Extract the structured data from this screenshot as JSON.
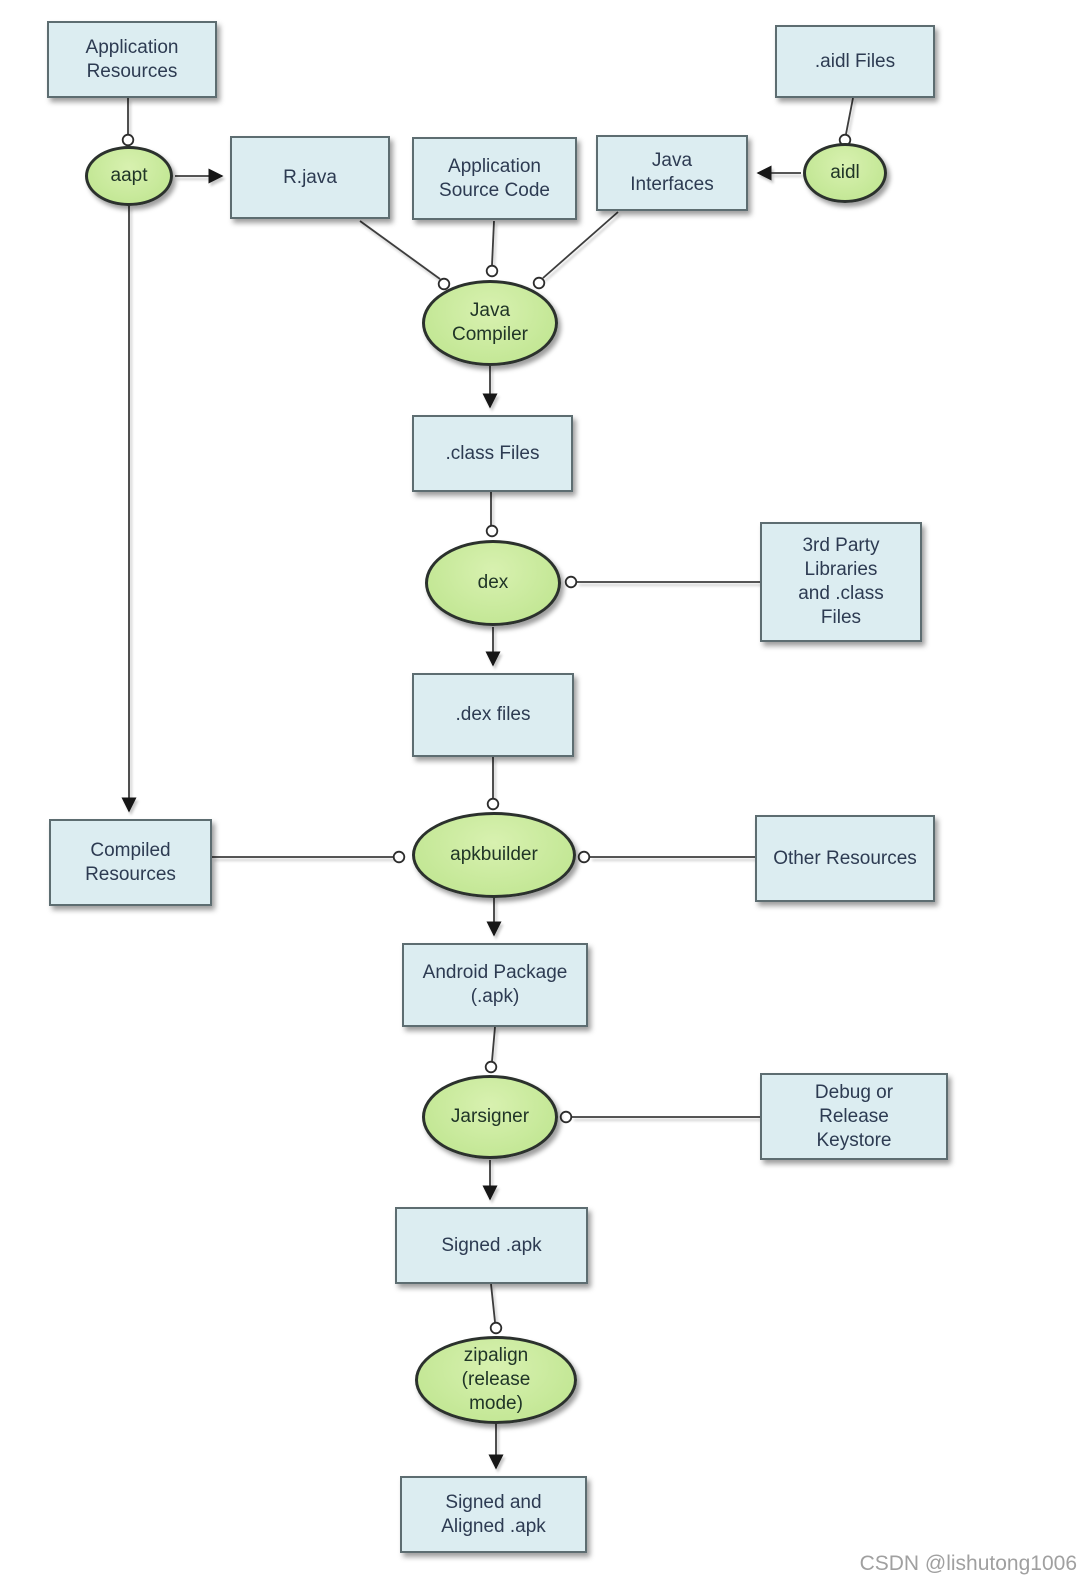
{
  "diagram": {
    "nodes": {
      "application_resources": {
        "label": "Application\nResources"
      },
      "aidl_files": {
        "label": ".aidl Files"
      },
      "aapt": {
        "label": "aapt"
      },
      "r_java": {
        "label": "R.java"
      },
      "app_source_code": {
        "label": "Application\nSource Code"
      },
      "java_interfaces": {
        "label": "Java\nInterfaces"
      },
      "aidl": {
        "label": "aidl"
      },
      "java_compiler": {
        "label": "Java\nCompiler"
      },
      "class_files": {
        "label": ".class Files"
      },
      "dex": {
        "label": "dex"
      },
      "third_party": {
        "label": "3rd Party\nLibraries\nand .class\nFiles"
      },
      "dex_files": {
        "label": ".dex files"
      },
      "compiled_resources": {
        "label": "Compiled\nResources"
      },
      "apkbuilder": {
        "label": "apkbuilder"
      },
      "other_resources": {
        "label": "Other Resources"
      },
      "android_package": {
        "label": "Android Package\n(.apk)"
      },
      "jarsigner": {
        "label": "Jarsigner"
      },
      "debug_keystore": {
        "label": "Debug or\nRelease\nKeystore"
      },
      "signed_apk": {
        "label": "Signed .apk"
      },
      "zipalign": {
        "label": "zipalign\n(release\nmode)"
      },
      "signed_aligned": {
        "label": "Signed and\nAligned .apk"
      }
    },
    "colors": {
      "box_fill": "#dcedf1",
      "box_border": "#5d6d71",
      "ellipse_fill": "#c6e89c",
      "ellipse_border": "#2b312d",
      "edge": "#3c3c3c"
    },
    "watermark": "CSDN @lishutong1006"
  }
}
